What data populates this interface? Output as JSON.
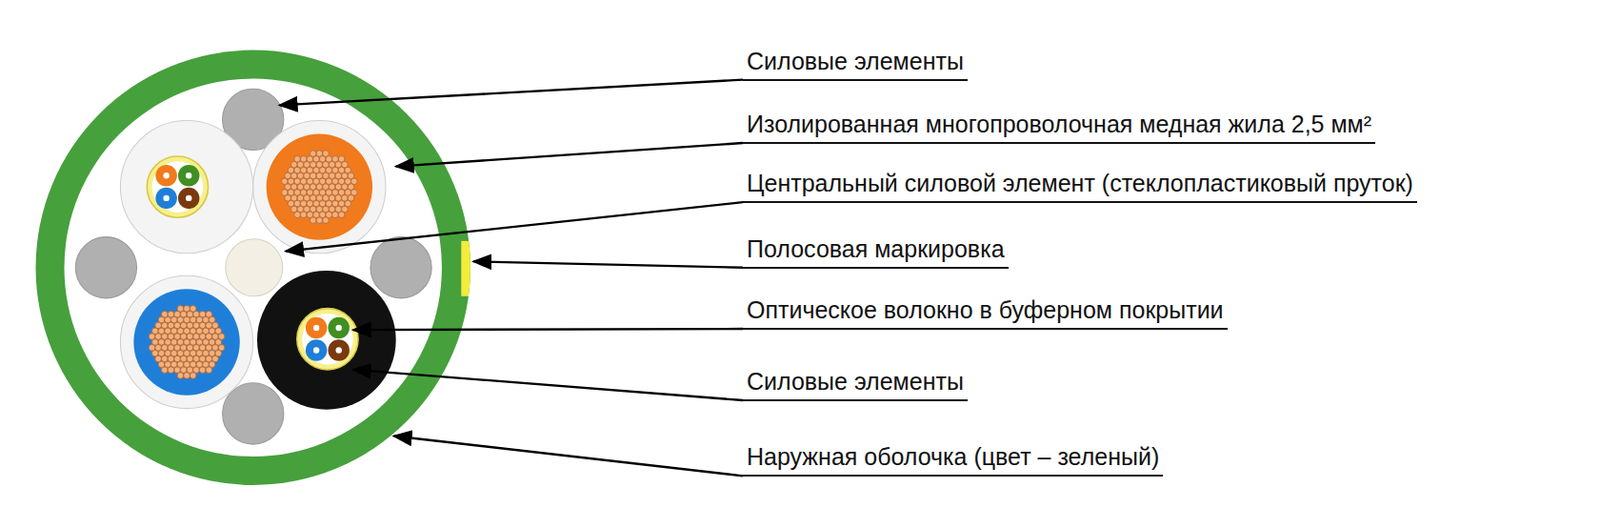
{
  "diagram": {
    "labels": [
      "Силовые элементы",
      "Изолированная многопроволочная медная жила 2,5 мм²",
      "Центральный силовой элемент (стеклопластиковый пруток)",
      "Полосовая маркировка",
      "Оптическое волокно в буферном покрытии",
      "Силовые элементы",
      "Наружная оболочка (цвет – зеленый)"
    ]
  }
}
